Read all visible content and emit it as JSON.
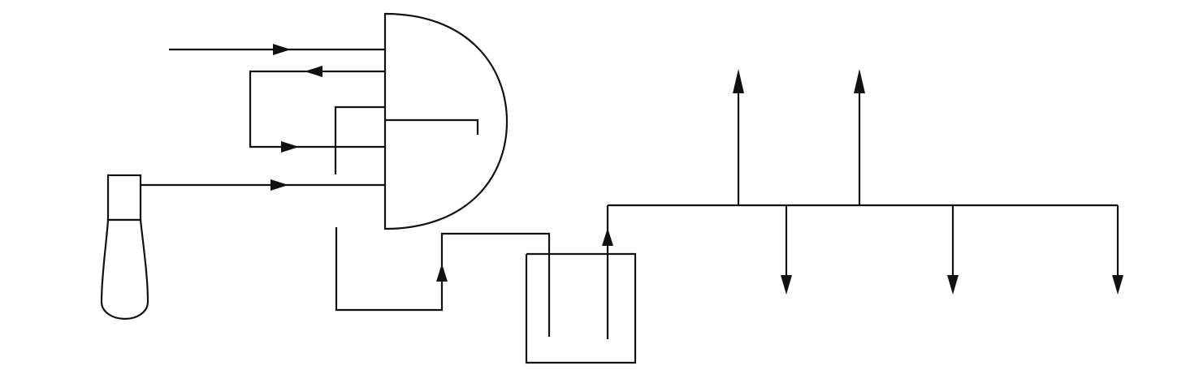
{
  "diagram": {
    "stroke_color": "#111111",
    "background_color": "#ffffff",
    "components": [
      {
        "name": "dome-vessel",
        "shape": "half-disc"
      },
      {
        "name": "flask",
        "shape": "flask"
      },
      {
        "name": "collection-tank",
        "shape": "open-top-box"
      },
      {
        "name": "distribution-manifold",
        "shape": "line"
      }
    ],
    "flows": {
      "upward_outlets": 2,
      "downward_outlets": 3
    }
  }
}
